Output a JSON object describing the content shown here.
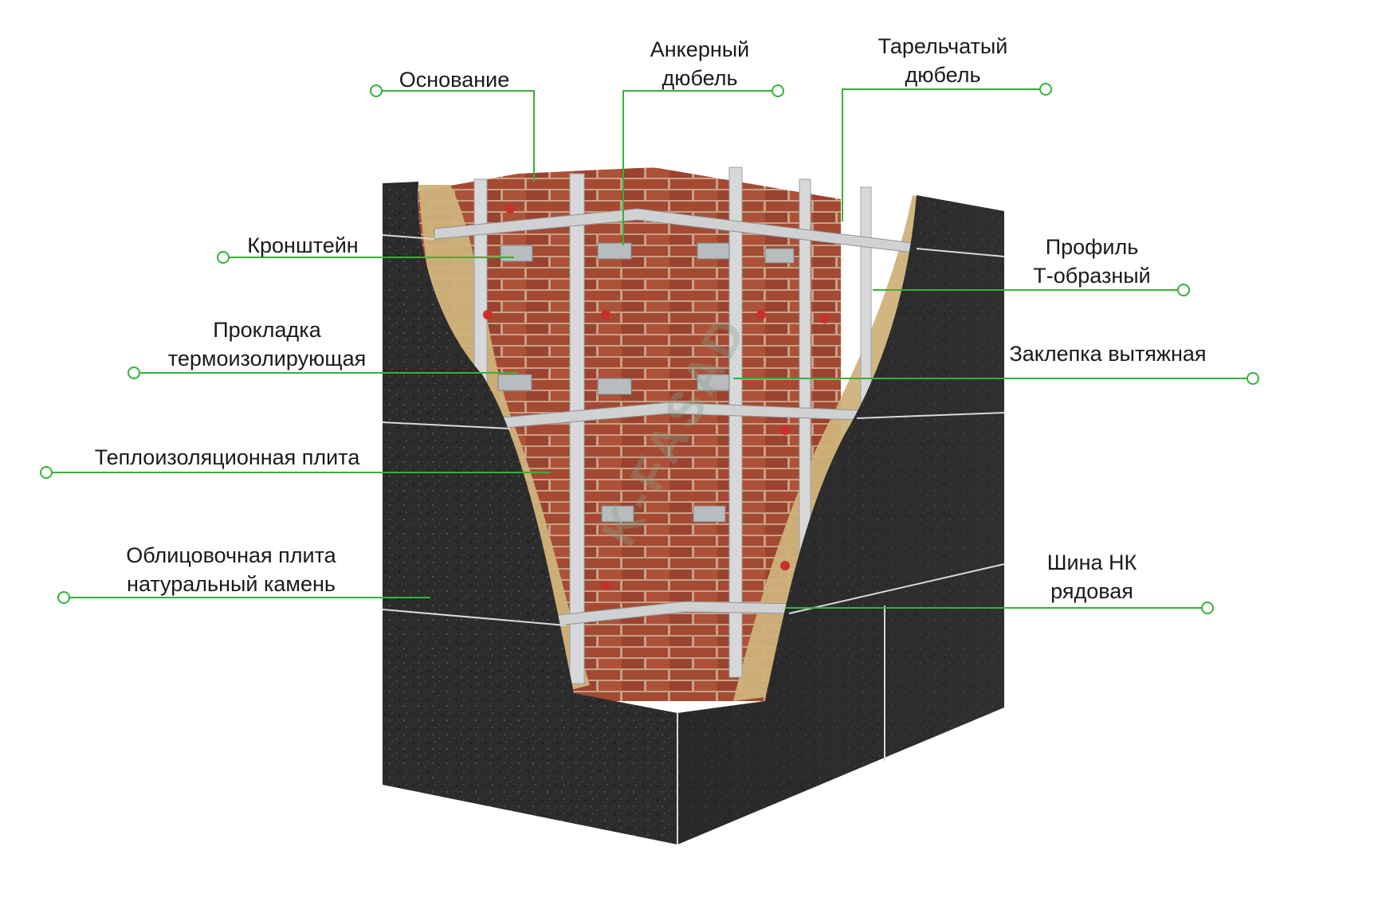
{
  "colors": {
    "leader": "#35b335",
    "granite": "#2b2b2b",
    "brick": "#a24a32",
    "mortar": "#c9a48a",
    "insulation": "#cfb27a",
    "metal": "#d4d6d8"
  },
  "labels": {
    "osnovanie": [
      "Основание"
    ],
    "ankernyi_dyubel": [
      "Анкерный",
      "дюбель"
    ],
    "tarelchatyi_dyubel": [
      "Тарельчатый",
      "дюбель"
    ],
    "kronshtein": [
      "Кронштейн"
    ],
    "profil": [
      "Профиль",
      "Т-образный"
    ],
    "prokladka": [
      "Прокладка",
      "термоизолирующая"
    ],
    "zaklepka": [
      "Заклепка вытяжная"
    ],
    "teploizolyatsionnaya": [
      "Теплоизоляционная плита"
    ],
    "oblitsovochnaya": [
      "Облицовочная плита",
      "натуральный камень"
    ],
    "shina": [
      "Шина НК",
      "рядовая"
    ]
  },
  "watermark": "K-FASAD"
}
